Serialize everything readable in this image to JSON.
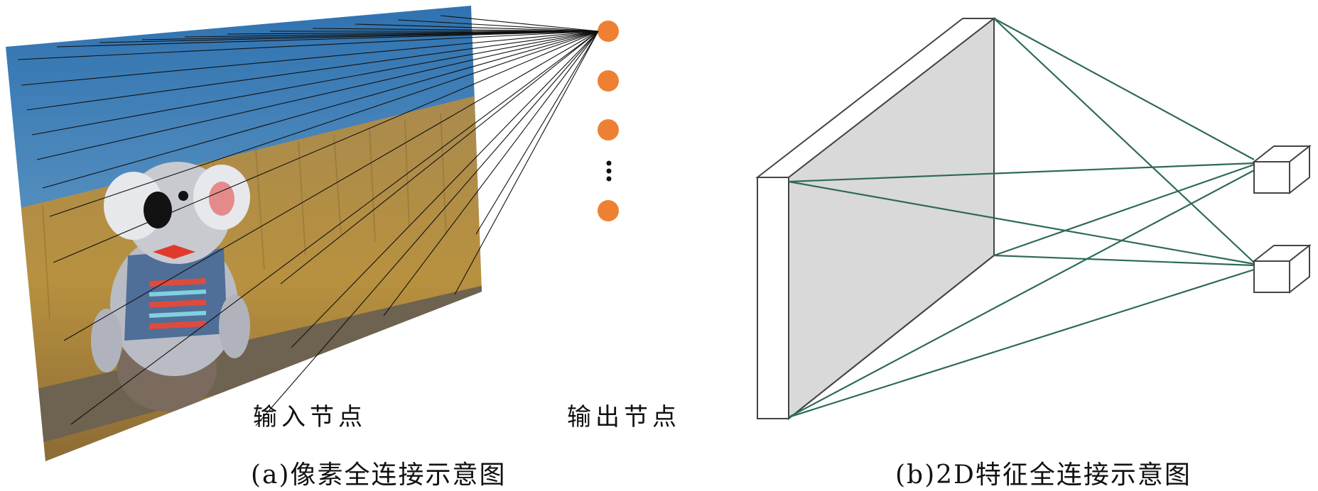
{
  "left_panel": {
    "input_label": "输入节点",
    "output_label": "输出节点",
    "caption": "(a)像素全连接示意图",
    "node_color": "#EE8034",
    "ellipsis": "⋮",
    "photo": {
      "sky_color": "#3E7FB8",
      "field_color": "#B38C44",
      "subject": "koala-plush-toy-in-field"
    }
  },
  "right_panel": {
    "caption": "(b)2D特征全连接示意图",
    "feature_map_fill": "#D9D9D9",
    "connection_color": "#2E6B55"
  }
}
